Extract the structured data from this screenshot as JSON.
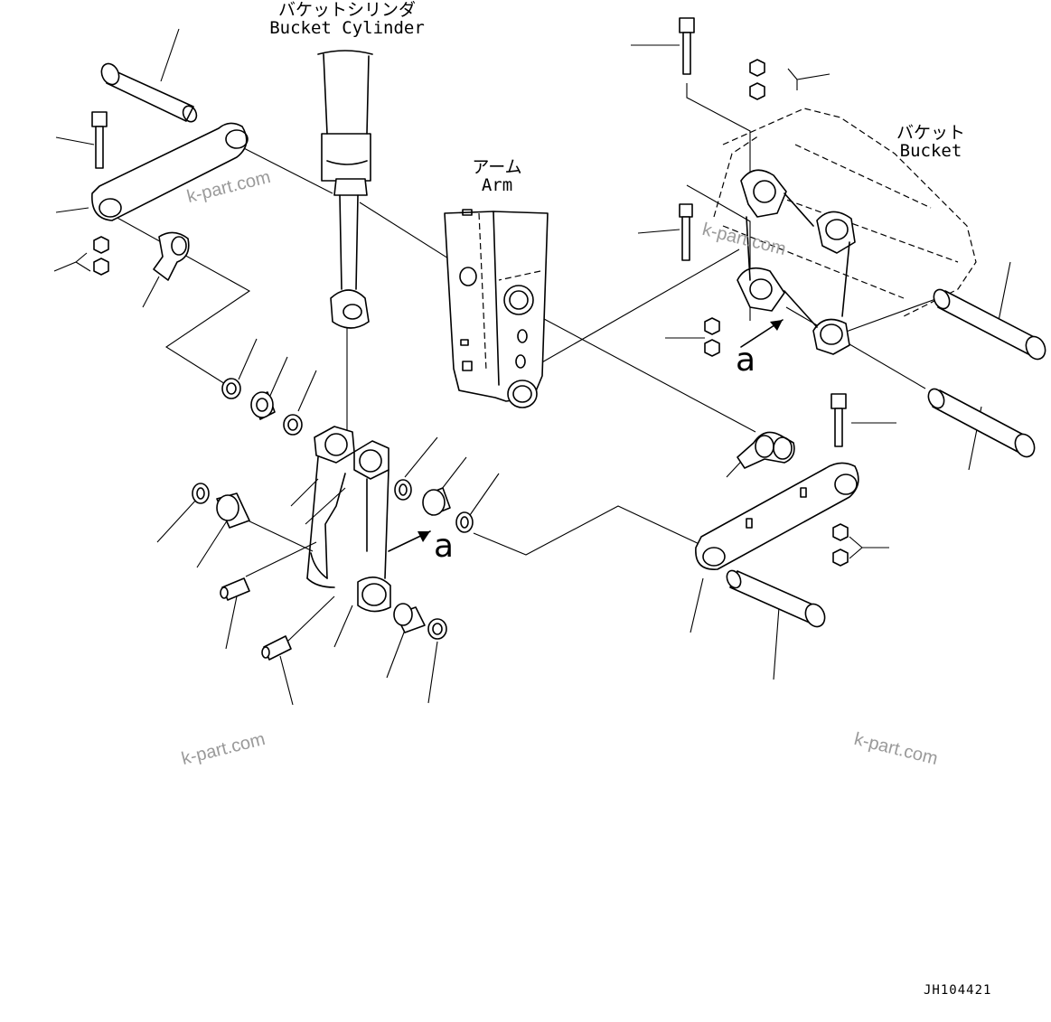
{
  "labels": {
    "bucket_cylinder_jp": "バケットシリンダ",
    "bucket_cylinder_en": "Bucket Cylinder",
    "arm_jp": "アーム",
    "arm_en": "Arm",
    "bucket_jp": "バケット",
    "bucket_en": "Bucket"
  },
  "markers": {
    "view_a": "a"
  },
  "watermarks": [
    "k-part.com",
    "k-part.com",
    "k-part.com",
    "k-part.com"
  ],
  "drawing_code": "JH104421"
}
